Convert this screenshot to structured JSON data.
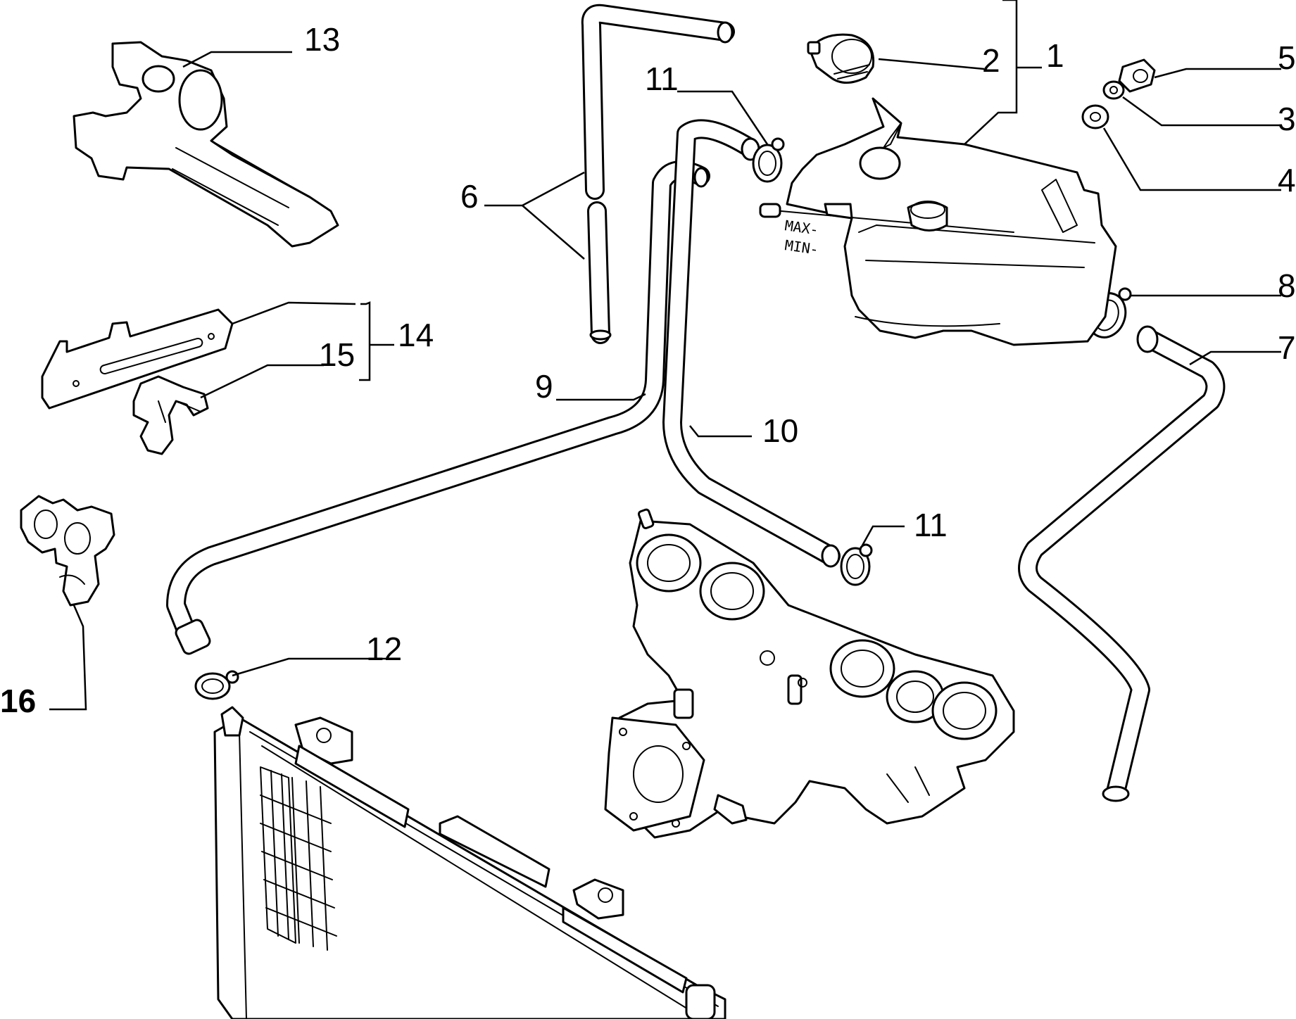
{
  "labels": {
    "n1": "1",
    "n2": "2",
    "n3": "3",
    "n4": "4",
    "n5": "5",
    "n6": "6",
    "n7": "7",
    "n8": "8",
    "n9": "9",
    "n10": "10",
    "n11a": "11",
    "n11b": "11",
    "n12": "12",
    "n13": "13",
    "n14": "14",
    "n15": "15",
    "n16": "16"
  },
  "tank_markings": {
    "max": "MAX-",
    "min": "MIN-"
  }
}
